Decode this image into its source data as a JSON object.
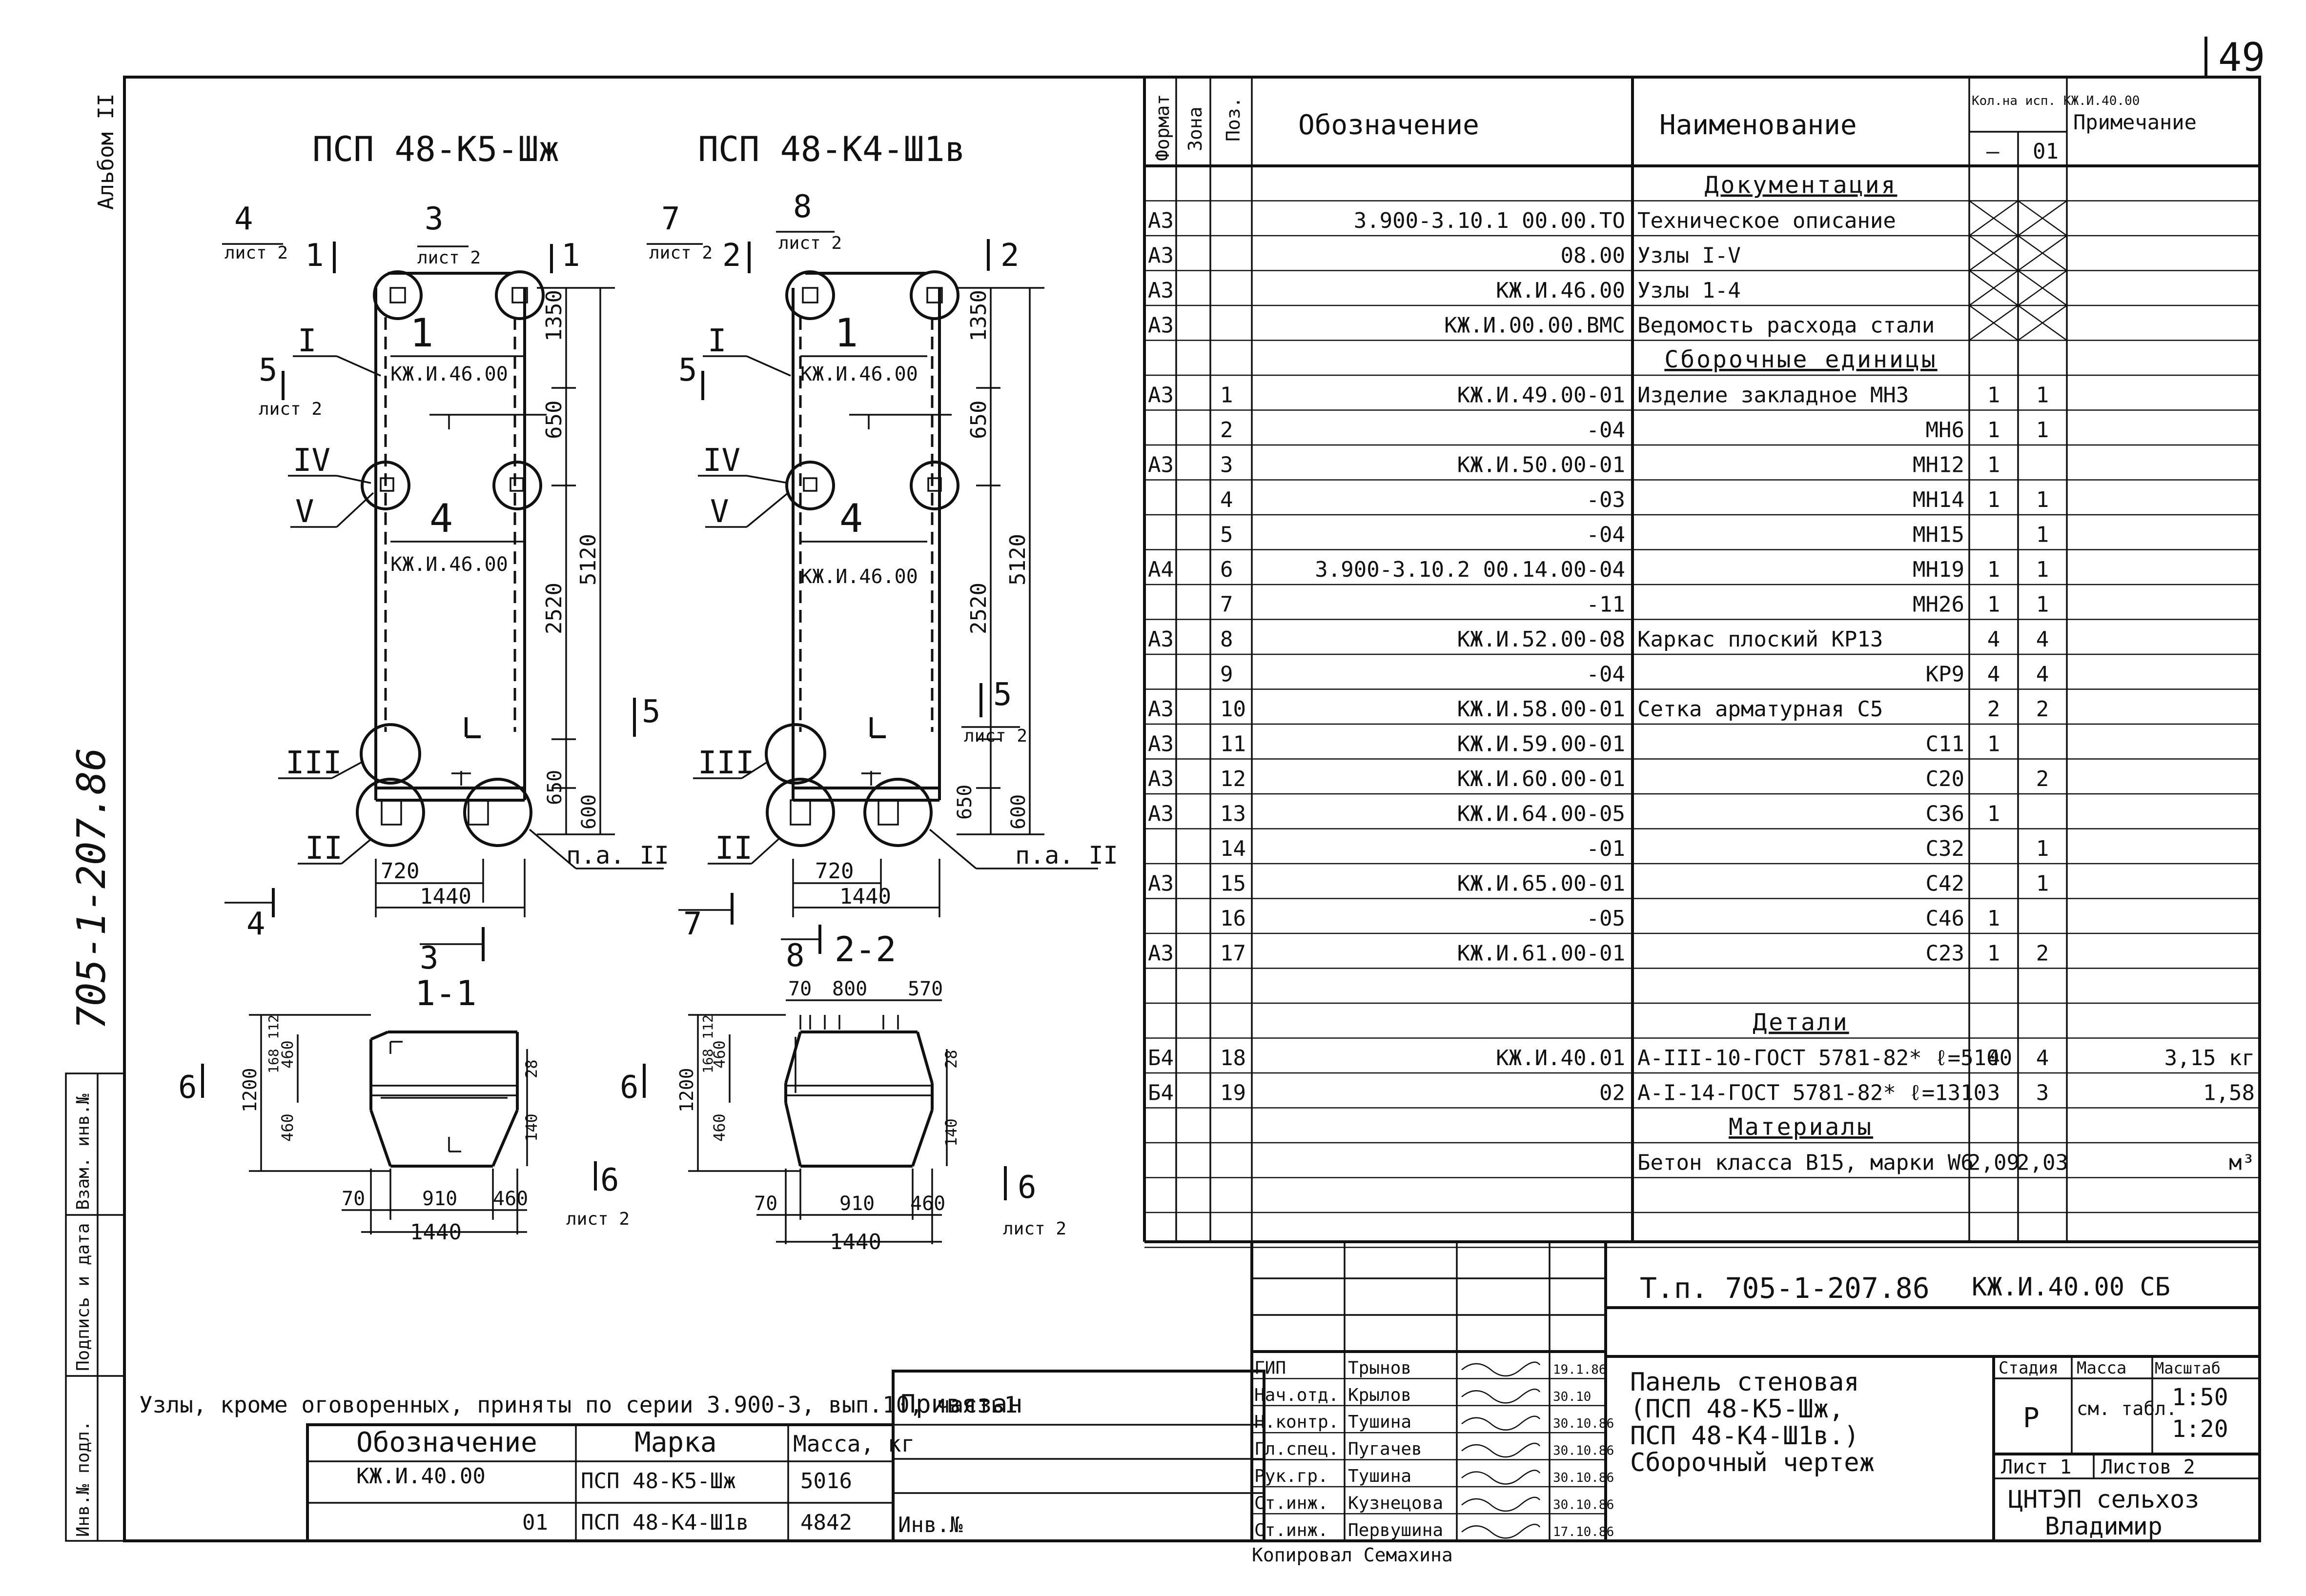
{
  "page_number": "49",
  "album_label": "Альбом II",
  "side_code": "705-1-207.86",
  "left_stamp": [
    "Инв.№ подл.",
    "Подпись и дата",
    "Взам. инв.№"
  ],
  "drawing": {
    "view_left_title": "ПСП 48-К5-Шж",
    "view_right_title": "ПСП 48-К4-Ш1в",
    "node_labels": [
      "I",
      "II",
      "III",
      "IV",
      "V"
    ],
    "sheet_refs": [
      "лист 2",
      "лист 2",
      "лист 2",
      "лист 2",
      "лист 2",
      "лист 2"
    ],
    "cut_marks": [
      "1",
      "2",
      "3",
      "4",
      "5",
      "6",
      "7",
      "8"
    ],
    "part_refs": [
      "КЖ.И.46.00",
      "КЖ.И.46.00",
      "КЖ.И.46.00",
      "КЖ.И.46.00"
    ],
    "leader_numbers": [
      "1",
      "1",
      "4",
      "4"
    ],
    "pa_labels": [
      "п.а. II",
      "п.а. II"
    ],
    "dims_vertical_left": [
      "1350",
      "650",
      "2520",
      "5120",
      "650",
      "600"
    ],
    "dims_vertical_right": [
      "1350",
      "650",
      "2520",
      "5120",
      "650",
      "600"
    ],
    "dims_horizontal_left": [
      "720",
      "1440"
    ],
    "dims_horizontal_right": [
      "720",
      "1440"
    ],
    "section_left_title": "1-1",
    "section_right_title": "2-2",
    "section_left_dims": [
      "1200",
      "460",
      "168",
      "112",
      "460",
      "28",
      "140",
      "70",
      "910",
      "460",
      "1440"
    ],
    "section_right_dims": [
      "70",
      "800",
      "570",
      "1200",
      "460",
      "168",
      "112",
      "460",
      "28",
      "140",
      "70",
      "910",
      "460",
      "1440"
    ]
  },
  "note": "Узлы, кроме оговоренных, приняты по серии 3.900-3, вып.10, часть1",
  "marks_table": {
    "headers": [
      "Обозначение",
      "Марка",
      "Масса, кг"
    ],
    "rows": [
      [
        "КЖ.И.40.00",
        "ПСП 48-К5-Шж",
        "5016"
      ],
      [
        "01",
        "ПСП 48-К4-Ш1в",
        "4842"
      ]
    ]
  },
  "privyazan": "Привязан",
  "inv_no": "Инв.№",
  "spec": {
    "headers": {
      "format": "Формат",
      "zone": "Зона",
      "pos": "Поз.",
      "designation": "Обозначение",
      "name": "Наименование",
      "qty": "Кол.на исп. КЖ.И.40.00",
      "qty_a": "—",
      "qty_b": "01",
      "note": "Примечание"
    },
    "rows": [
      {
        "f": "",
        "p": "",
        "d": "",
        "n": "Документация",
        "head": true,
        "a": "",
        "b": "",
        "x": ""
      },
      {
        "f": "А3",
        "p": "",
        "d": "3.900-3.10.1  00.00.ТО",
        "n": "Техническое описание",
        "a": "",
        "b": "",
        "x": "",
        "cross": true
      },
      {
        "f": "А3",
        "p": "",
        "d": "08.00",
        "n": "Узлы I-V",
        "a": "",
        "b": "",
        "x": "",
        "cross": true
      },
      {
        "f": "А3",
        "p": "",
        "d": "КЖ.И.46.00",
        "n": "Узлы 1-4",
        "a": "",
        "b": "",
        "x": "",
        "cross": true
      },
      {
        "f": "А3",
        "p": "",
        "d": "КЖ.И.00.00.ВМС",
        "n": "Ведомость расхода стали",
        "a": "",
        "b": "",
        "x": "",
        "cross": true
      },
      {
        "f": "",
        "p": "",
        "d": "",
        "n": "Сборочные единицы",
        "head": true,
        "a": "",
        "b": "",
        "x": ""
      },
      {
        "f": "А3",
        "p": "1",
        "d": "КЖ.И.49.00-01",
        "n": "Изделие закладное МН3",
        "a": "1",
        "b": "1",
        "x": ""
      },
      {
        "f": "",
        "p": "2",
        "d": "-04",
        "n": "МН6",
        "a": "1",
        "b": "1",
        "x": ""
      },
      {
        "f": "А3",
        "p": "3",
        "d": "КЖ.И.50.00-01",
        "n": "МН12",
        "a": "1",
        "b": "",
        "x": ""
      },
      {
        "f": "",
        "p": "4",
        "d": "-03",
        "n": "МН14",
        "a": "1",
        "b": "1",
        "x": ""
      },
      {
        "f": "",
        "p": "5",
        "d": "-04",
        "n": "МН15",
        "a": "",
        "b": "1",
        "x": ""
      },
      {
        "f": "А4",
        "p": "6",
        "d": "3.900-3.10.2  00.14.00-04",
        "n": "МН19",
        "a": "1",
        "b": "1",
        "x": ""
      },
      {
        "f": "",
        "p": "7",
        "d": "-11",
        "n": "МН26",
        "a": "1",
        "b": "1",
        "x": ""
      },
      {
        "f": "А3",
        "p": "8",
        "d": "КЖ.И.52.00-08",
        "n": "Каркас плоский КР13",
        "a": "4",
        "b": "4",
        "x": ""
      },
      {
        "f": "",
        "p": "9",
        "d": "-04",
        "n": "КР9",
        "a": "4",
        "b": "4",
        "x": ""
      },
      {
        "f": "А3",
        "p": "10",
        "d": "КЖ.И.58.00-01",
        "n": "Сетка арматурная С5",
        "a": "2",
        "b": "2",
        "x": ""
      },
      {
        "f": "А3",
        "p": "11",
        "d": "КЖ.И.59.00-01",
        "n": "С11",
        "a": "1",
        "b": "",
        "x": ""
      },
      {
        "f": "А3",
        "p": "12",
        "d": "КЖ.И.60.00-01",
        "n": "С20",
        "a": "",
        "b": "2",
        "x": ""
      },
      {
        "f": "А3",
        "p": "13",
        "d": "КЖ.И.64.00-05",
        "n": "С36",
        "a": "1",
        "b": "",
        "x": ""
      },
      {
        "f": "",
        "p": "14",
        "d": "-01",
        "n": "С32",
        "a": "",
        "b": "1",
        "x": ""
      },
      {
        "f": "А3",
        "p": "15",
        "d": "КЖ.И.65.00-01",
        "n": "С42",
        "a": "",
        "b": "1",
        "x": ""
      },
      {
        "f": "",
        "p": "16",
        "d": "-05",
        "n": "С46",
        "a": "1",
        "b": "",
        "x": ""
      },
      {
        "f": "А3",
        "p": "17",
        "d": "КЖ.И.61.00-01",
        "n": "С23",
        "a": "1",
        "b": "2",
        "x": ""
      },
      {
        "f": "",
        "p": "",
        "d": "",
        "n": "",
        "a": "",
        "b": "",
        "x": ""
      },
      {
        "f": "",
        "p": "",
        "d": "",
        "n": "Детали",
        "head": true,
        "a": "",
        "b": "",
        "x": ""
      },
      {
        "f": "Б4",
        "p": "18",
        "d": "КЖ.И.40.01",
        "n": "А-III-10-ГОСТ 5781-82* ℓ=5100",
        "a": "4",
        "b": "4",
        "x": "3,15 кг"
      },
      {
        "f": "Б4",
        "p": "19",
        "d": "02",
        "n": "А-I-14-ГОСТ 5781-82* ℓ=1310",
        "a": "3",
        "b": "3",
        "x": "1,58"
      },
      {
        "f": "",
        "p": "",
        "d": "",
        "n": "Материалы",
        "head": true,
        "a": "",
        "b": "",
        "x": ""
      },
      {
        "f": "",
        "p": "",
        "d": "",
        "n": "Бетон класса В15, марки W6",
        "a": "2,09",
        "b": "2,03",
        "x": "м³"
      },
      {
        "f": "",
        "p": "",
        "d": "",
        "n": "",
        "a": "",
        "b": "",
        "x": ""
      },
      {
        "f": "",
        "p": "",
        "d": "",
        "n": "",
        "a": "",
        "b": "",
        "x": ""
      }
    ]
  },
  "title_block": {
    "project": "Т.п.  705-1-207.86",
    "code": "КЖ.И.40.00 СБ",
    "name_lines": [
      "Панель стеновая",
      "(ПСП 48-К5-Шж,",
      "ПСП 48-К4-Ш1в.)",
      "Сборочный чертеж"
    ],
    "stage_header": "Стадия",
    "mass_header": "Масса",
    "scale_header": "Масштаб",
    "stage": "Р",
    "mass": "см. табл.",
    "scale": [
      "1:50",
      "1:20"
    ],
    "sheet": "Лист 1",
    "sheets": "Листов 2",
    "org": [
      "ЦНТЭП сельхоз",
      "Владимир"
    ],
    "signers": [
      {
        "role": "ГИП",
        "name": "Трынов",
        "date": "19.1.86"
      },
      {
        "role": "Нач.отд.",
        "name": "Крылов",
        "date": "30.10"
      },
      {
        "role": "Н.контр.",
        "name": "Тушина",
        "date": "30.10.86"
      },
      {
        "role": "Гл.спец.",
        "name": "Пугачев",
        "date": "30.10.86"
      },
      {
        "role": "Рук.гр.",
        "name": "Тушина",
        "date": "30.10.86"
      },
      {
        "role": "Ст.инж.",
        "name": "Кузнецова",
        "date": "30.10.86"
      },
      {
        "role": "Ст.инж.",
        "name": "Первушина",
        "date": "17.10.86"
      }
    ],
    "copied": "Копировал Семахина"
  }
}
